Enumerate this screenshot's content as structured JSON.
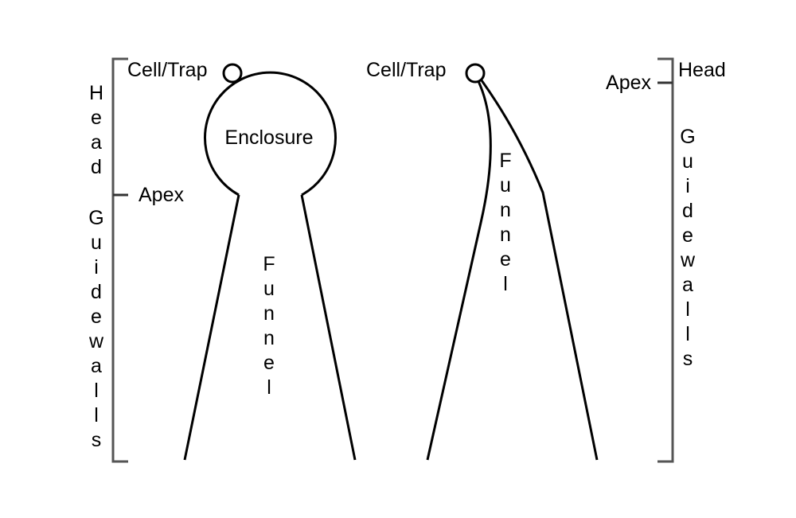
{
  "colors": {
    "line": "#000000",
    "bracket": "#555555",
    "background": "#ffffff"
  },
  "left_diagram": {
    "cell_label": "Cell/Trap",
    "enclosure_label": "Enclosure",
    "apex_label": "Apex",
    "funnel_label": "Funnel",
    "bracket_labels": {
      "head": "Head",
      "guide_walls": "Guidewalls"
    }
  },
  "right_diagram": {
    "cell_label": "Cell/Trap",
    "apex_label": "Apex",
    "funnel_label": "Funnel",
    "bracket_labels": {
      "head": "Head",
      "guide_walls": "Guidewalls"
    }
  }
}
